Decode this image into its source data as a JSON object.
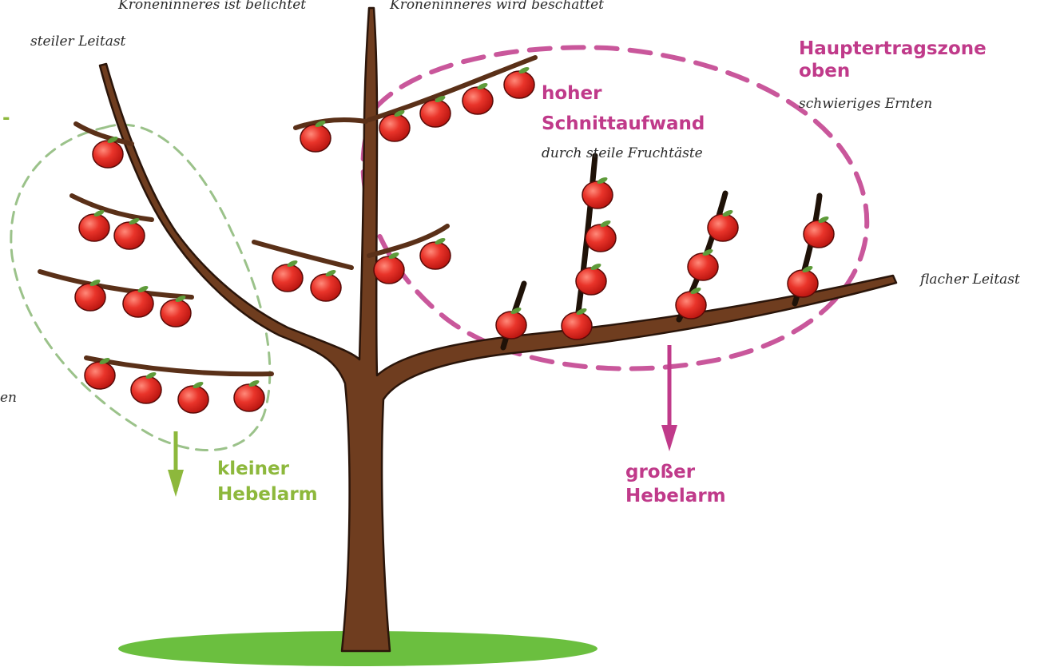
{
  "labels": {
    "top_left": "Kroneninneres ist belichtet",
    "top_right": "Kroneninneres wird beschattet",
    "steiler_leitast": "steiler Leitast",
    "flacher_leitast": "flacher Leitast",
    "hauptertragszone_1": "Hauptertragszone",
    "hauptertragszone_2": "oben",
    "schwieriges_ernten": "schwieriges Ernten",
    "schnitt_1": "hoher",
    "schnitt_2": "Schnittaufwand",
    "schnitt_sub": "durch  steile Fruchtäste",
    "kleiner_1": "kleiner",
    "kleiner_2": "Hebelarm",
    "grosser_1": "großer",
    "grosser_2": "Hebelarm",
    "left_cut_dash": "-",
    "left_cut_en": "en"
  },
  "colors": {
    "trunk": "#6f3d1f",
    "trunk_outline": "#2a150a",
    "apple": "#e0231c",
    "apple_highlight": "#ff8a7a",
    "leaf": "#5e9b3a",
    "ground": "#6bbf3f",
    "magenta": "#c03a8a",
    "green": "#8db83c"
  }
}
